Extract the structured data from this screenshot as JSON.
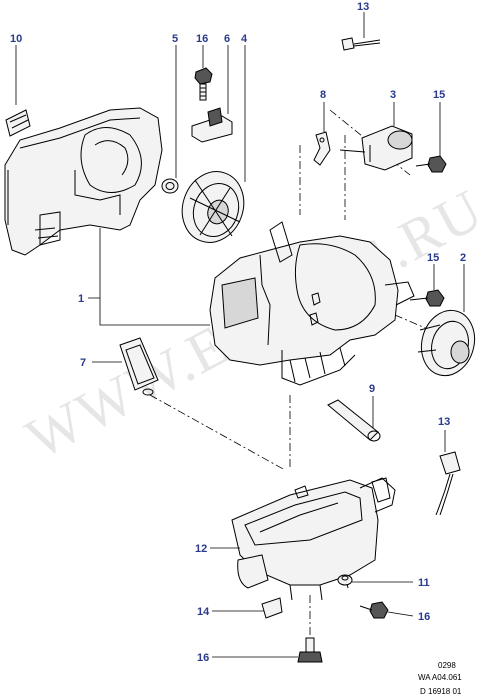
{
  "watermark": "WWW.ELCATS.RU",
  "callouts": {
    "c1": "1",
    "c2": "2",
    "c3": "3",
    "c4": "4",
    "c5": "5",
    "c6": "6",
    "c7": "7",
    "c8": "8",
    "c9": "9",
    "c10": "10",
    "c11": "11",
    "c12": "12",
    "c13a": "13",
    "c13b": "13",
    "c14": "14",
    "c15a": "15",
    "c15b": "15",
    "c16a": "16",
    "c16b": "16",
    "c16c": "16"
  },
  "reference": {
    "page": "0298",
    "code": "WA A04.061",
    "drawing": "D 16918 01"
  }
}
